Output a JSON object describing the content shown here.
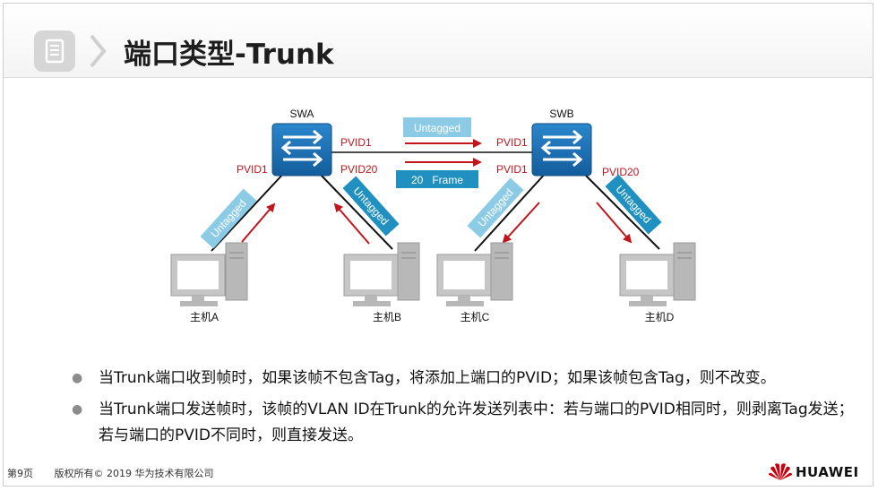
{
  "slide": {
    "title": "端口类型-Trunk",
    "page_number": "第9页",
    "copyright": "版权所有© 2019 华为技术有限公司",
    "brand": "HUAWEI"
  },
  "diagram": {
    "switches": [
      {
        "label": "SWA"
      },
      {
        "label": "SWB"
      }
    ],
    "hosts": [
      {
        "label": "主机A"
      },
      {
        "label": "主机B"
      },
      {
        "label": "主机C"
      },
      {
        "label": "主机D"
      }
    ],
    "port_labels": {
      "swa_left": "PVID1",
      "swa_right_top": "PVID1",
      "swa_right_bottom": "PVID20",
      "swb_left_top": "PVID1",
      "swb_left_bottom": "PVID1",
      "swb_right": "PVID20"
    },
    "tags": {
      "top_untagged": "Untagged",
      "frame": "20   Frame",
      "host_a_untagged": "Untagged",
      "host_b_untagged": "Untagged",
      "host_c_untagged": "Untagged",
      "host_d_untagged": "Untagged"
    },
    "colors": {
      "switch_blue": "#1a6fb5",
      "tag_light": "#8ccbe6",
      "tag_dark": "#1f90bf",
      "arrow_red": "#c0161c",
      "label_red": "#c0161c"
    }
  },
  "bullets": [
    "当Trunk端口收到帧时，如果该帧不包含Tag，将添加上端口的PVID；如果该帧包含Tag，则不改变。",
    "当Trunk端口发送帧时，该帧的VLAN  ID在Trunk的允许发送列表中：若与端口的PVID相同时，则剥离Tag发送；若与端口的PVID不同时，则直接发送。"
  ]
}
